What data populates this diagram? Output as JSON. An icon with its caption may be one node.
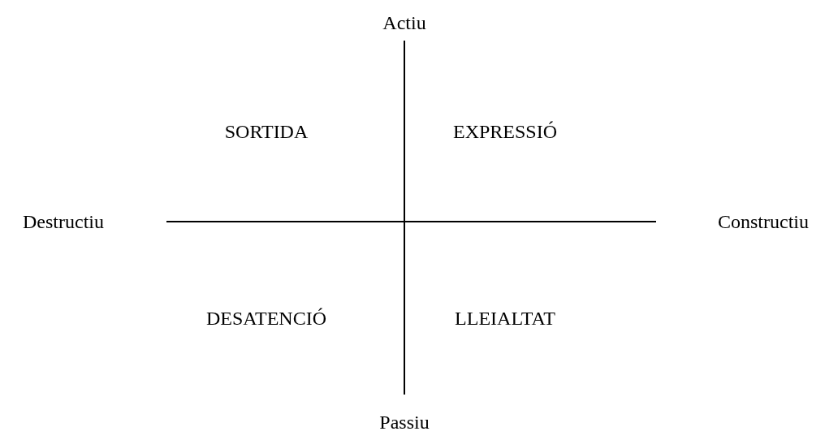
{
  "diagram": {
    "labels": [
      "Actiu",
      "SORTIDA",
      "EXPRESSIÓ",
      "Destructiu",
      "Constructiu",
      "DESATENCIÓ",
      "LLEIALTAT",
      "Passiu"
    ]
  }
}
